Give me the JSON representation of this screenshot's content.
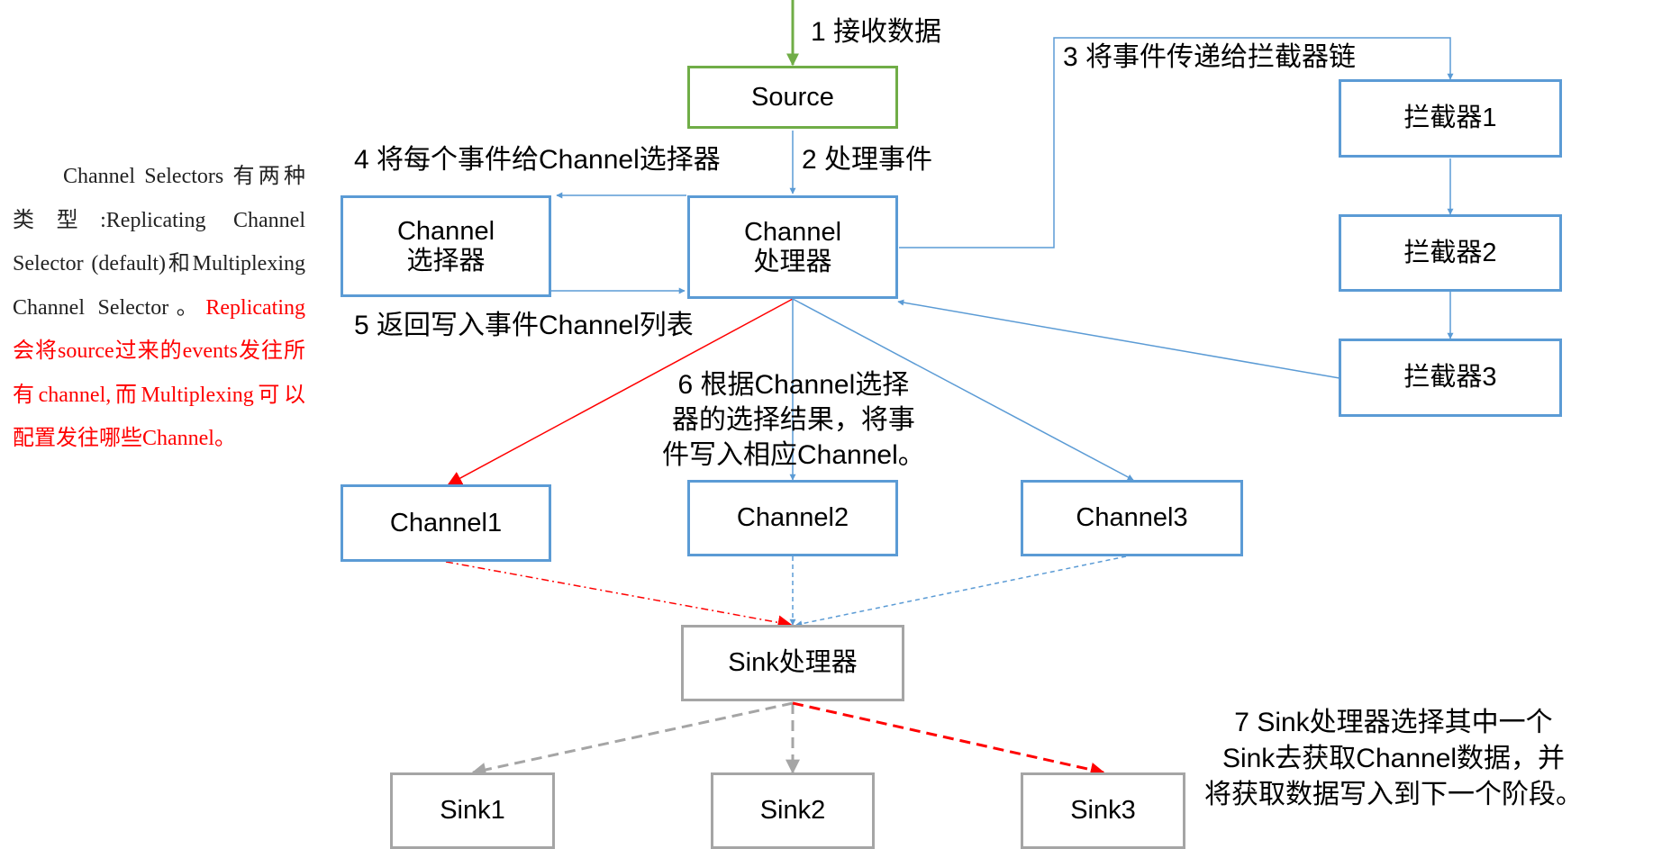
{
  "boxes": {
    "source": "Source",
    "channel_selector": "Channel\n选择器",
    "channel_processor": "Channel\n处理器",
    "interceptor1": "拦截器1",
    "interceptor2": "拦截器2",
    "interceptor3": "拦截器3",
    "channel1": "Channel1",
    "channel2": "Channel2",
    "channel3": "Channel3",
    "sink_processor": "Sink处理器",
    "sink1": "Sink1",
    "sink2": "Sink2",
    "sink3": "Sink3"
  },
  "labels": {
    "step1": "1 接收数据",
    "step2": "2 处理事件",
    "step3": "3 将事件传递给拦截器链",
    "step4": "4 将每个事件给Channel选择器",
    "step5": "5 返回写入事件Channel列表",
    "step6": "6 根据Channel选择\n器的选择结果，将事\n件写入相应Channel。",
    "step7": "7 Sink处理器选择其中一个\nSink去获取Channel数据，并\n将获取数据写入到下一个阶段。"
  },
  "note": {
    "part1": "Channel Selectors 有两种类型:Replicating Channel Selector (default)和Multiplexing Channel Selector。",
    "part2": "Replicating 会将source过来的events发往所有channel,而Multiplexing可以配置发往哪些Channel。"
  },
  "colors": {
    "blue": "#5B9BD5",
    "green": "#70AD47",
    "gray": "#A5A5A5",
    "red": "#FF0000"
  }
}
